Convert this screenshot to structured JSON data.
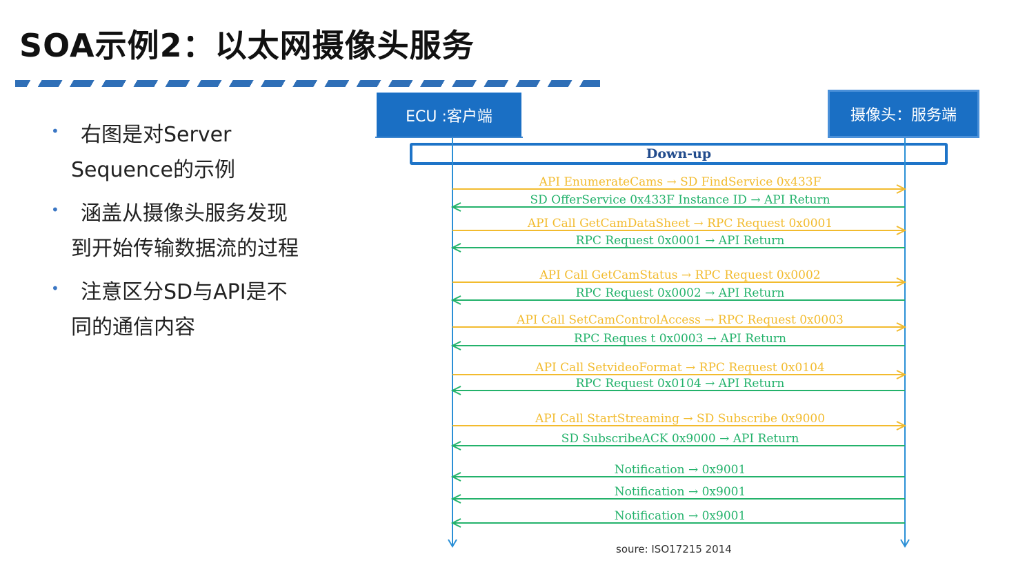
{
  "title": "SOA示例2：以太网摄像头服务",
  "bullets": [
    "右图是对Server\nSequence的示例",
    "涵盖从摄像头服务发现\n到开始传输数据流的过程",
    "注意区分SD与API是不\n同的通信内容"
  ],
  "diagram": {
    "client_label": "ECU :客户端",
    "server_label": "摄像头：服务端",
    "frame_label": "Down-up",
    "messages": [
      {
        "text": "API EnumerateCams → SD FindService 0x433F",
        "dir": "right",
        "color": "#f2bb2e"
      },
      {
        "text": "SD OfferService 0x433F Instance ID → API Return",
        "dir": "left",
        "color": "#23b26b"
      },
      {
        "text": "API Call GetCamDataSheet → RPC Request 0x0001",
        "dir": "right",
        "color": "#f2bb2e"
      },
      {
        "text": "RPC Request 0x0001 → API Return",
        "dir": "left",
        "color": "#23b26b"
      },
      {
        "text": "API Call GetCamStatus → RPC Request 0x0002",
        "dir": "right",
        "color": "#f2bb2e"
      },
      {
        "text": "RPC Request 0x0002 → API Return",
        "dir": "left",
        "color": "#23b26b"
      },
      {
        "text": "API Call SetCamControlAccess → RPC Request 0x0003",
        "dir": "right",
        "color": "#f2bb2e"
      },
      {
        "text": "RPC Reques t 0x0003 → API Return",
        "dir": "left",
        "color": "#23b26b"
      },
      {
        "text": "API Call SetvideoFormat → RPC Request 0x0104",
        "dir": "right",
        "color": "#f2bb2e"
      },
      {
        "text": "RPC Request 0x0104 → API Return",
        "dir": "left",
        "color": "#23b26b"
      },
      {
        "text": "API Call StartStreaming → SD Subscribe 0x9000",
        "dir": "right",
        "color": "#f2bb2e"
      },
      {
        "text": "SD SubscribeACK 0x9000 → API Return",
        "dir": "left",
        "color": "#23b26b"
      },
      {
        "text": "Notification → 0x9001",
        "dir": "left",
        "color": "#23b26b"
      },
      {
        "text": "Notification → 0x9001",
        "dir": "left",
        "color": "#23b26b"
      },
      {
        "text": "Notification → 0x9001",
        "dir": "left",
        "color": "#23b26b"
      }
    ],
    "lifeline_color": "#2a8fd6",
    "source": "soure: ISO17215 2014"
  }
}
